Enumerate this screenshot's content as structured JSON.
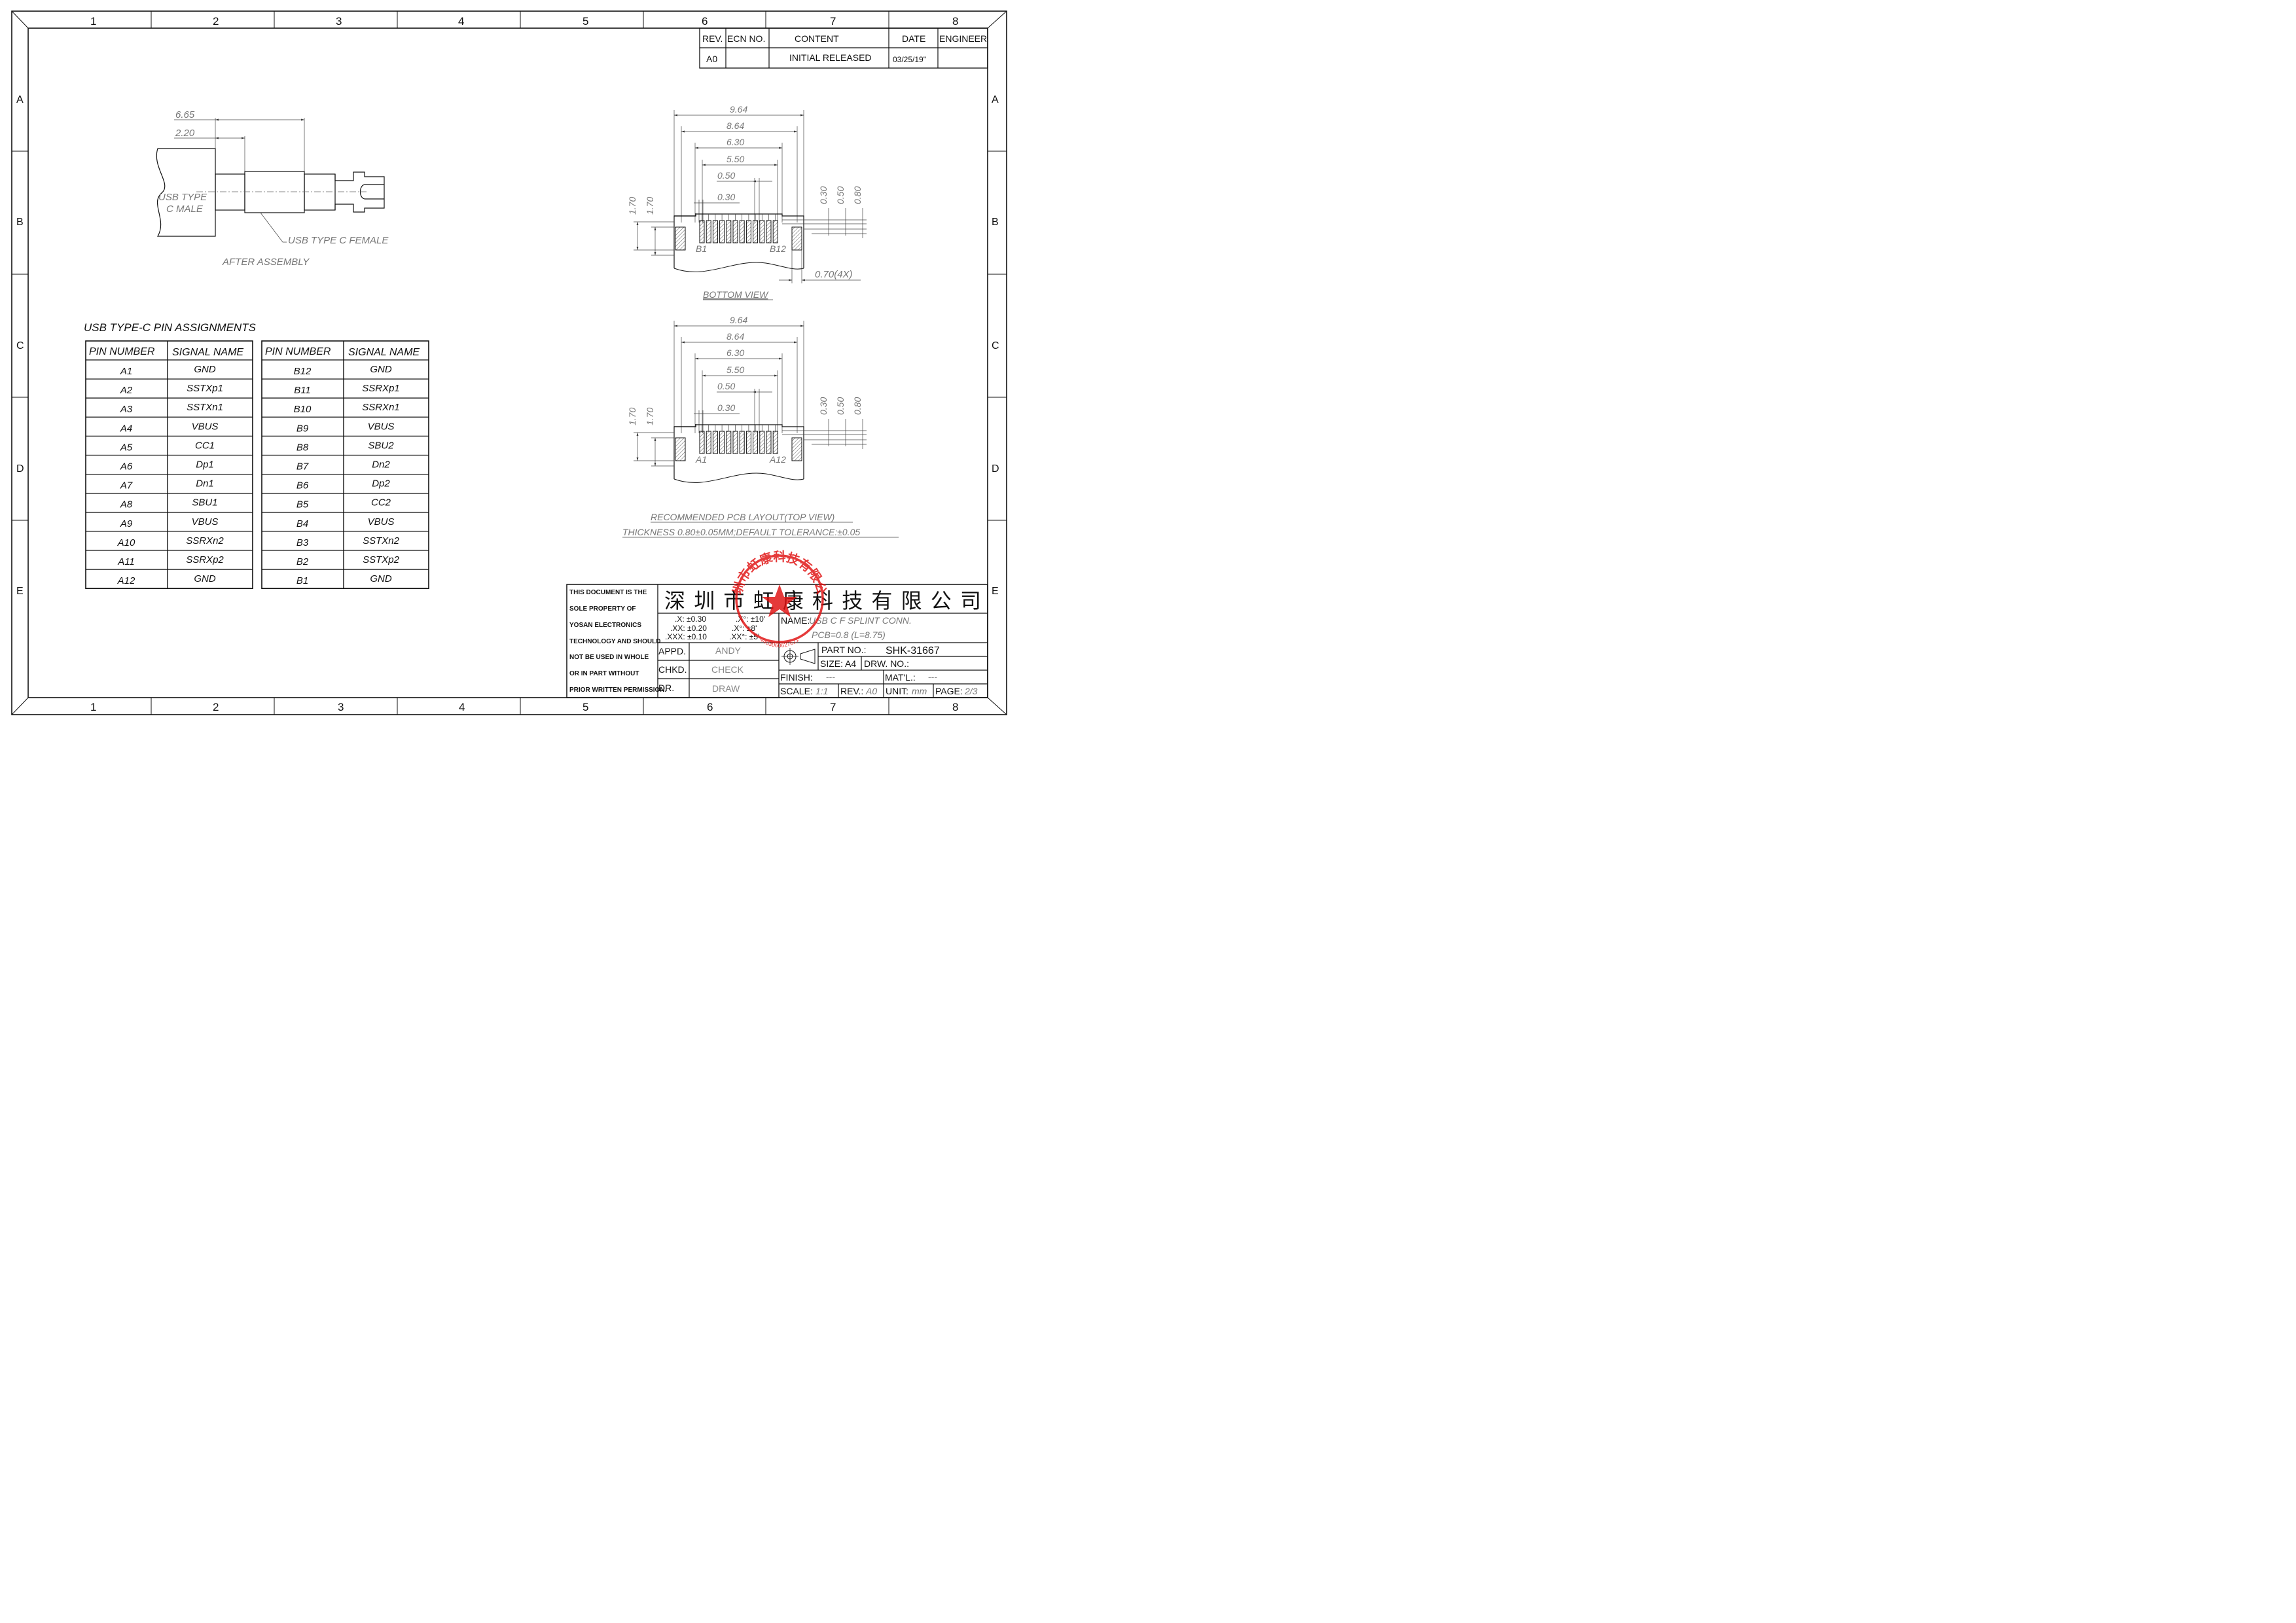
{
  "frame": {
    "column_markers": [
      "1",
      "2",
      "3",
      "4",
      "5",
      "6",
      "7",
      "8"
    ],
    "row_markers": [
      "A",
      "B",
      "C",
      "D",
      "E"
    ]
  },
  "revision_table": {
    "headers": [
      "REV.",
      "ECN NO.",
      "CONTENT",
      "DATE",
      "ENGINEER"
    ],
    "row": [
      "A0",
      "",
      "INITIAL RELEASED",
      "03/25/19\"",
      ""
    ]
  },
  "assembly_view": {
    "dim_outer": "6.65",
    "dim_inner": "2.20",
    "male_label_line1": "USB TYPE",
    "male_label_line2": "C MALE",
    "female_label": "USB TYPE C FEMALE",
    "caption": "AFTER ASSEMBLY"
  },
  "pin_table": {
    "title": "USB TYPE-C PIN ASSIGNMENTS",
    "headers": [
      "PIN NUMBER",
      "SIGNAL NAME"
    ],
    "left": [
      [
        "A1",
        "GND"
      ],
      [
        "A2",
        "SSTXp1"
      ],
      [
        "A3",
        "SSTXn1"
      ],
      [
        "A4",
        "VBUS"
      ],
      [
        "A5",
        "CC1"
      ],
      [
        "A6",
        "Dp1"
      ],
      [
        "A7",
        "Dn1"
      ],
      [
        "A8",
        "SBU1"
      ],
      [
        "A9",
        "VBUS"
      ],
      [
        "A10",
        "SSRXn2"
      ],
      [
        "A11",
        "SSRXp2"
      ],
      [
        "A12",
        "GND"
      ]
    ],
    "right": [
      [
        "B12",
        "GND"
      ],
      [
        "B11",
        "SSRXp1"
      ],
      [
        "B10",
        "SSRXn1"
      ],
      [
        "B9",
        "VBUS"
      ],
      [
        "B8",
        "SBU2"
      ],
      [
        "B7",
        "Dn2"
      ],
      [
        "B6",
        "Dp2"
      ],
      [
        "B5",
        "CC2"
      ],
      [
        "B4",
        "VBUS"
      ],
      [
        "B3",
        "SSTXn2"
      ],
      [
        "B2",
        "SSTXp2"
      ],
      [
        "B1",
        "GND"
      ]
    ]
  },
  "bottom_view": {
    "dims_h": [
      "9.64",
      "8.64",
      "6.30",
      "5.50",
      "0.50",
      "0.30"
    ],
    "dims_v_left": [
      "1.70",
      "1.70"
    ],
    "dims_v_right": [
      "0.30",
      "0.50",
      "0.80"
    ],
    "pin_first": "B1",
    "pin_last": "B12",
    "side_dim": "0.70(4X)",
    "caption": "BOTTOM VIEW"
  },
  "pcb_view": {
    "dims_h": [
      "9.64",
      "8.64",
      "6.30",
      "5.50",
      "0.50",
      "0.30"
    ],
    "dims_v_left": [
      "1.70",
      "1.70"
    ],
    "dims_v_right": [
      "0.30",
      "0.50",
      "0.80"
    ],
    "pin_first": "A1",
    "pin_last": "A12",
    "caption_line1": "RECOMMENDED PCB LAYOUT(TOP VIEW)",
    "caption_line2": "THICKNESS 0.80±0.05MM;DEFAULT TOLERANCE:±0.05"
  },
  "title_block": {
    "property_notice": [
      "THIS DOCUMENT IS THE",
      "SOLE PROPERTY OF",
      "YOSAN ELECTRONICS",
      "TECHNOLOGY AND SHOULD",
      "NOT BE USED IN WHOLE",
      "OR IN PART WITHOUT",
      "PRIOR WRITTEN PERMISSION."
    ],
    "company_name": "深圳市虹康科技有限公司",
    "tolerances": [
      ".X: ±0.30",
      ".XX: ±0.20",
      ".XXX: ±0.10"
    ],
    "angle_tolerances": [
      ".X°: ±10'",
      ".X°: ±8'",
      ".XX°: ±5'"
    ],
    "name_label": "NAME:",
    "name_line1": "USB C F SPLINT CONN.",
    "name_line2": "PCB=0.8 (L=8.75)",
    "appd_label": "APPD.",
    "appd_value": "ANDY",
    "chkd_label": "CHKD.",
    "chkd_value": "CHECK",
    "dr_label": "DR.",
    "dr_value": "DRAW",
    "part_no_label": "PART NO.:",
    "part_no_value": "SHK-31667",
    "size_label": "SIZE:",
    "size_value": "A4",
    "drw_no_label": "DRW. NO.:",
    "drw_no_value": "",
    "finish_label": "FINISH:",
    "finish_value": "---",
    "material_label": "MAT'L.:",
    "material_value": "---",
    "scale_label": "SCALE:",
    "scale_value": "1:1",
    "rev_label": "REV.:",
    "rev_value": "A0",
    "unit_label": "UNIT:",
    "unit_value": "mm",
    "page_label": "PAGE:",
    "page_value": "2/3"
  },
  "stamp": {
    "top_text": "深圳市虹康科技有限公司",
    "number_text": "4403060627621",
    "color": "#e01010"
  }
}
